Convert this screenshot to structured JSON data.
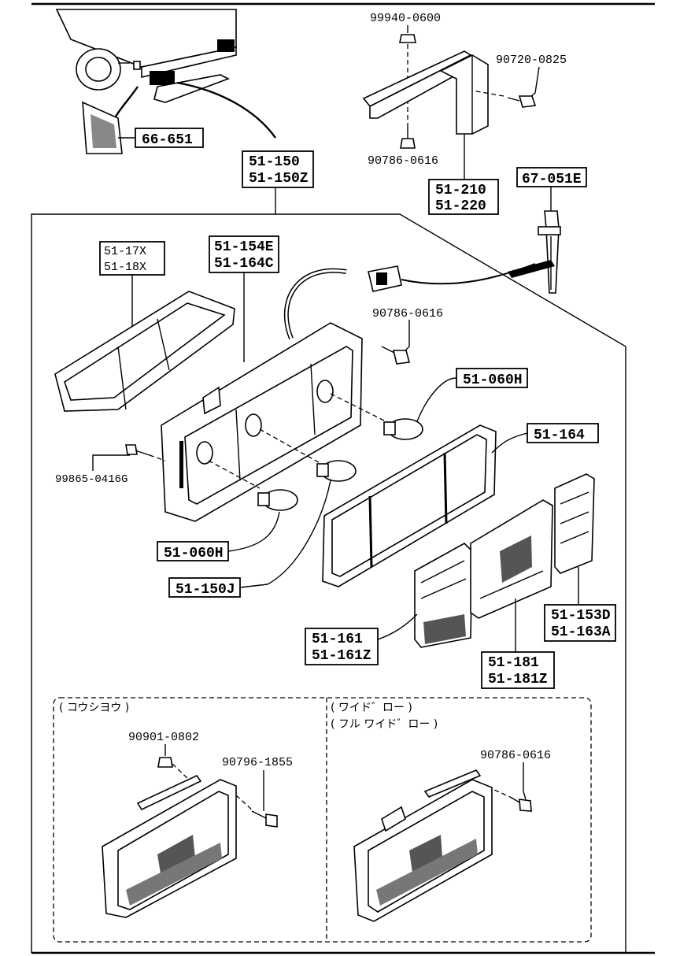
{
  "labels": {
    "p99940": "99940-0600",
    "p90720": "90720-0825",
    "p90786a": "90786-0616",
    "p66651": "66-651",
    "p51150": "51-150",
    "p51150z": "51-150Z",
    "p51210": "51-210",
    "p51220": "51-220",
    "p67051e": "67-051E",
    "p5117x": "51-17X",
    "p5118x": "51-18X",
    "p51154e": "51-154E",
    "p51164c": "51-164C",
    "p90786b": "90786-0616",
    "p51060h_a": "51-060H",
    "p99865": "99865-0416G",
    "p51164": "51-164",
    "p51060h_b": "51-060H",
    "p51150j": "51-150J",
    "p51153d": "51-153D",
    "p51163a": "51-163A",
    "p51161": "51-161",
    "p51161z": "51-161Z",
    "p51181": "51-181",
    "p51181z": "51-181Z",
    "left_panel_title": "( コウシヨウ )",
    "p90901": "90901-0802",
    "p90796": "90796-1855",
    "right_panel_title1": "( ワイド゛ロー )",
    "right_panel_title2": "( フル  ワイド゛ロー )",
    "p90786c": "90786-0616"
  }
}
